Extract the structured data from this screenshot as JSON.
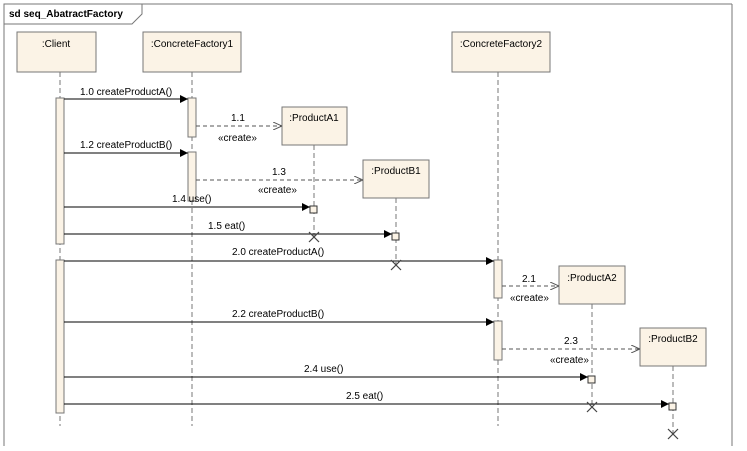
{
  "frame": {
    "title": "sd seq_AbatractFactory"
  },
  "lifelines": {
    "client": ":Client",
    "factory1": ":ConcreteFactory1",
    "factory2": ":ConcreteFactory2",
    "productA1": ":ProductA1",
    "productB1": ":ProductB1",
    "productA2": ":ProductA2",
    "productB2": ":ProductB2"
  },
  "messages": {
    "m10": "1.0 createProductA()",
    "m11": "1.1",
    "m11s": "«create»",
    "m12": "1.2 createProductB()",
    "m13": "1.3",
    "m13s": "«create»",
    "m14": "1.4 use()",
    "m15": "1.5 eat()",
    "m20": "2.0 createProductA()",
    "m21": "2.1",
    "m21s": "«create»",
    "m22": "2.2 createProductB()",
    "m23": "2.3",
    "m23s": "«create»",
    "m24": "2.4 use()",
    "m25": "2.5 eat()"
  }
}
